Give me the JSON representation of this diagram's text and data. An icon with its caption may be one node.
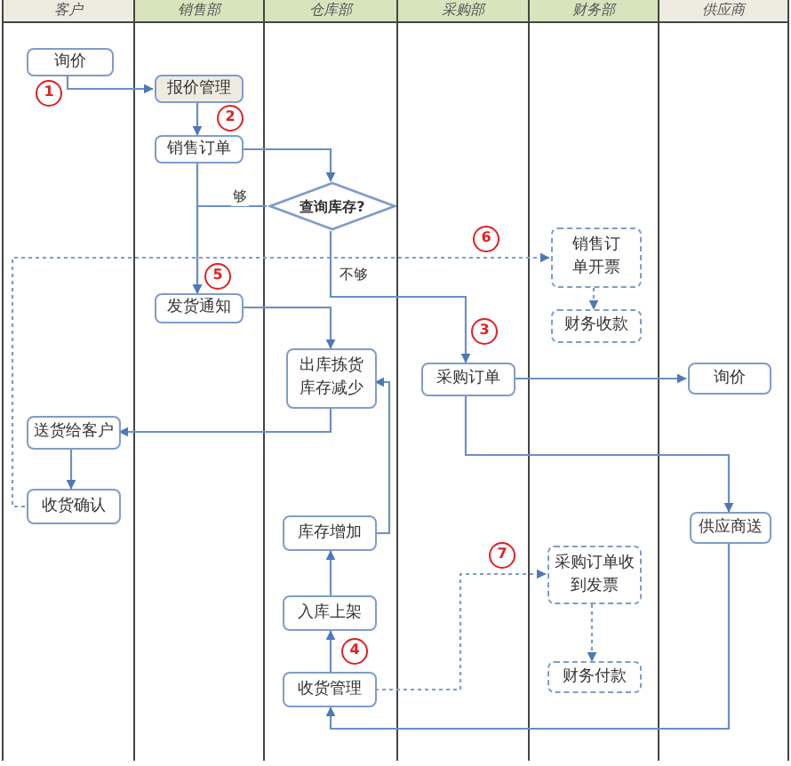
{
  "diagram": {
    "nodes": [
      {
        "text": [
          "客户"
        ]
      },
      {
        "text": [
          "销售部"
        ]
      },
      {
        "text": [
          "仓库部"
        ]
      },
      {
        "text": [
          "采购部"
        ]
      },
      {
        "text": [
          "财务部"
        ]
      },
      {
        "text": [
          "供应商"
        ]
      },
      {
        "text": [
          "询价"
        ],
        "in": 0
      },
      {
        "text": [
          "报价管理"
        ],
        "in": 1
      },
      {
        "text": [
          "销售订单"
        ],
        "in": 1
      },
      {
        "text": [
          "查询库存?"
        ],
        "in": 2
      },
      {
        "text": [
          "发货通知"
        ],
        "in": 1
      },
      {
        "text": [
          "出库拣货库存减少"
        ],
        "in": 2
      },
      {
        "text": [
          "采购订单"
        ],
        "in": 3
      },
      {
        "text": [
          "询价"
        ],
        "in": 5
      },
      {
        "text": [
          "送货给客户"
        ],
        "in": 0
      },
      {
        "text": [
          "收货确认"
        ],
        "in": 0
      },
      {
        "text": [
          "库存增加"
        ],
        "in": 2
      },
      {
        "text": [
          "入库上架"
        ],
        "in": 2
      },
      {
        "text": [
          "收货管理"
        ],
        "in": 2
      },
      {
        "text": [
          "供应商送"
        ],
        "in": 5
      },
      {
        "text": [
          "销售订单开票"
        ],
        "in": 4
      },
      {
        "text": [
          "财务收款"
        ],
        "in": 4
      },
      {
        "text": [
          "采购订单收到发票"
        ],
        "in": 4
      },
      {
        "text": [
          "财务付款"
        ],
        "in": 4
      }
    ],
    "edges": [
      {
        "from": 6,
        "to": 7,
        "arrow": "to"
      },
      {
        "from": 7,
        "to": 8,
        "arrow": "to"
      },
      {
        "from": 8,
        "to": 9,
        "arrow": "to"
      },
      {
        "from": 8,
        "to": 10,
        "arrow": "to"
      },
      {
        "from": 9,
        "to": 10,
        "arrow": "to",
        "label": "够"
      },
      {
        "from": 9,
        "to": 12,
        "arrow": "to",
        "label": "不够"
      },
      {
        "from": 10,
        "to": 11,
        "arrow": "to"
      },
      {
        "from": 11,
        "to": 14,
        "arrow": "to"
      },
      {
        "from": 14,
        "to": 15,
        "arrow": "to"
      },
      {
        "from": 15,
        "to": 20,
        "arrow": "to",
        "style": "dashed"
      },
      {
        "from": 20,
        "to": 21,
        "arrow": "to",
        "style": "dashed"
      },
      {
        "from": 12,
        "to": 13,
        "arrow": "to"
      },
      {
        "from": 12,
        "to": 19,
        "arrow": "to"
      },
      {
        "from": 19,
        "to": 18,
        "arrow": "to"
      },
      {
        "from": 18,
        "to": 17,
        "arrow": "to"
      },
      {
        "from": 17,
        "to": 16,
        "arrow": "to"
      },
      {
        "from": 16,
        "to": 11,
        "arrow": "to"
      },
      {
        "from": 18,
        "to": 22,
        "arrow": "to",
        "style": "dashed"
      },
      {
        "from": 22,
        "to": 23,
        "arrow": "to",
        "style": "dashed"
      }
    ],
    "labels": [
      "1",
      "2",
      "6",
      "5",
      "3",
      "7",
      "4"
    ]
  }
}
